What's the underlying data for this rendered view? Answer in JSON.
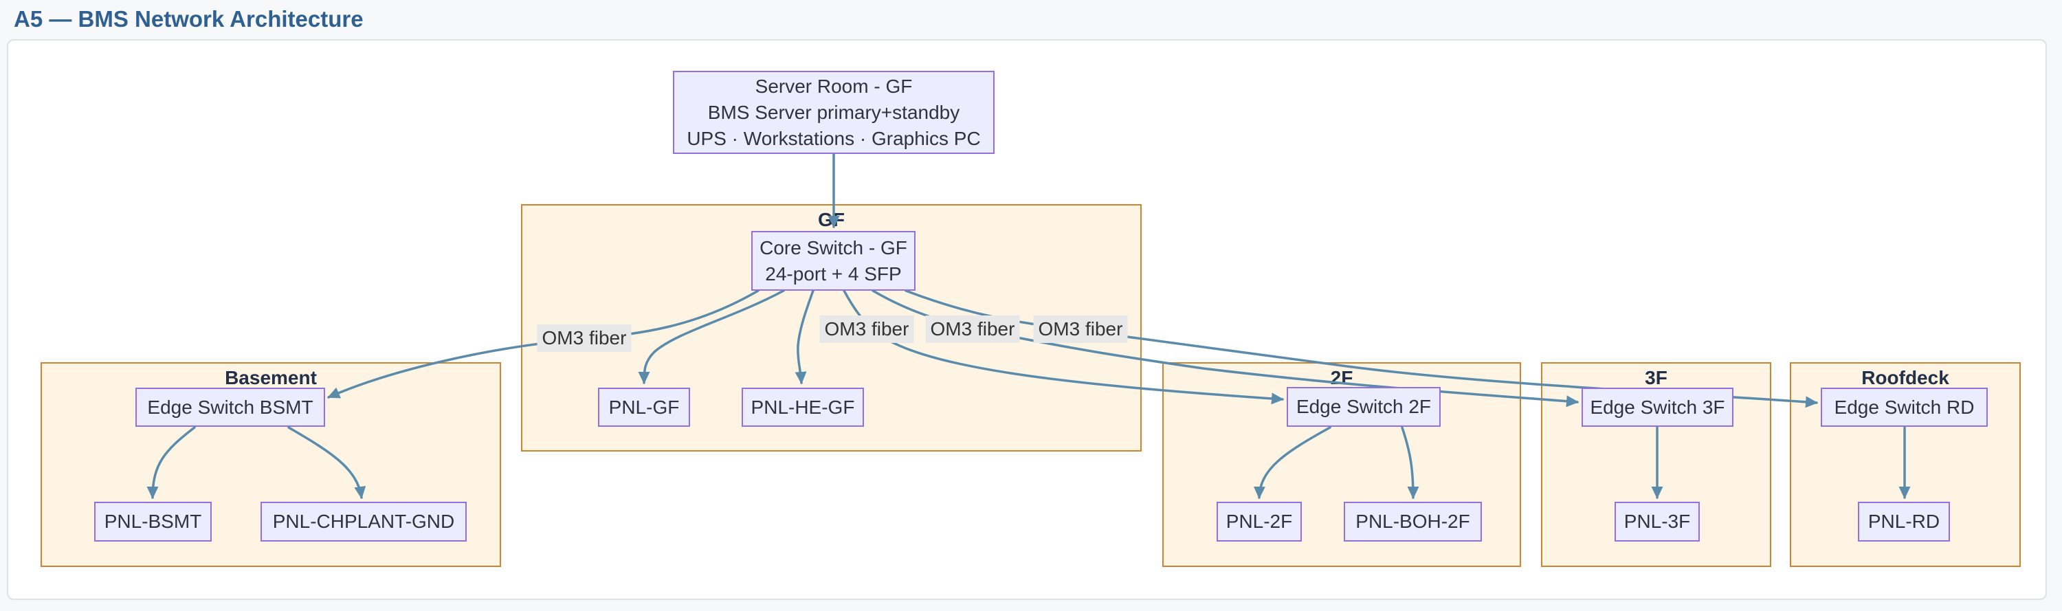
{
  "page": {
    "title": "A5 — BMS Network Architecture"
  },
  "diagram": {
    "clusters": [
      {
        "id": "gf",
        "label": "GF"
      },
      {
        "id": "basement",
        "label": "Basement"
      },
      {
        "id": "2f",
        "label": "2F"
      },
      {
        "id": "3f",
        "label": "3F"
      },
      {
        "id": "roofdeck",
        "label": "Roofdeck"
      }
    ],
    "nodes": [
      {
        "id": "server-room",
        "cluster": null,
        "lines": [
          "Server Room - GF",
          "BMS Server primary+standby",
          "UPS · Workstations · Graphics PC"
        ]
      },
      {
        "id": "core-switch",
        "cluster": "gf",
        "lines": [
          "Core Switch - GF",
          "24-port + 4 SFP"
        ]
      },
      {
        "id": "pnl-gf",
        "cluster": "gf",
        "lines": [
          "PNL-GF"
        ]
      },
      {
        "id": "pnl-he-gf",
        "cluster": "gf",
        "lines": [
          "PNL-HE-GF"
        ]
      },
      {
        "id": "edge-switch-bsmt",
        "cluster": "basement",
        "lines": [
          "Edge Switch BSMT"
        ]
      },
      {
        "id": "pnl-bsmt",
        "cluster": "basement",
        "lines": [
          "PNL-BSMT"
        ]
      },
      {
        "id": "pnl-chplant-gnd",
        "cluster": "basement",
        "lines": [
          "PNL-CHPLANT-GND"
        ]
      },
      {
        "id": "edge-switch-2f",
        "cluster": "2f",
        "lines": [
          "Edge Switch 2F"
        ]
      },
      {
        "id": "pnl-2f",
        "cluster": "2f",
        "lines": [
          "PNL-2F"
        ]
      },
      {
        "id": "pnl-boh-2f",
        "cluster": "2f",
        "lines": [
          "PNL-BOH-2F"
        ]
      },
      {
        "id": "edge-switch-3f",
        "cluster": "3f",
        "lines": [
          "Edge Switch 3F"
        ]
      },
      {
        "id": "pnl-3f",
        "cluster": "3f",
        "lines": [
          "PNL-3F"
        ]
      },
      {
        "id": "edge-switch-rd",
        "cluster": "roofdeck",
        "lines": [
          "Edge Switch RD"
        ]
      },
      {
        "id": "pnl-rd",
        "cluster": "roofdeck",
        "lines": [
          "PNL-RD"
        ]
      }
    ],
    "edges": [
      {
        "from": "server-room",
        "to": "core-switch",
        "label": ""
      },
      {
        "from": "core-switch",
        "to": "edge-switch-bsmt",
        "label": "OM3 fiber"
      },
      {
        "from": "core-switch",
        "to": "pnl-gf",
        "label": ""
      },
      {
        "from": "core-switch",
        "to": "pnl-he-gf",
        "label": ""
      },
      {
        "from": "core-switch",
        "to": "edge-switch-2f",
        "label": "OM3 fiber"
      },
      {
        "from": "core-switch",
        "to": "edge-switch-3f",
        "label": "OM3 fiber"
      },
      {
        "from": "core-switch",
        "to": "edge-switch-rd",
        "label": "OM3 fiber"
      },
      {
        "from": "edge-switch-bsmt",
        "to": "pnl-bsmt",
        "label": ""
      },
      {
        "from": "edge-switch-bsmt",
        "to": "pnl-chplant-gnd",
        "label": ""
      },
      {
        "from": "edge-switch-2f",
        "to": "pnl-2f",
        "label": ""
      },
      {
        "from": "edge-switch-2f",
        "to": "pnl-boh-2f",
        "label": ""
      },
      {
        "from": "edge-switch-3f",
        "to": "pnl-3f",
        "label": ""
      },
      {
        "from": "edge-switch-rd",
        "to": "pnl-rd",
        "label": ""
      }
    ],
    "colors": {
      "title": "#2e6094",
      "node_fill": "#ececff",
      "node_border": "#9370db",
      "cluster_fill": "#fdf4e3",
      "cluster_border": "#cd8532",
      "edge": "#5b8bab",
      "edge_label_bg": "#e8e8e8",
      "panel_bg": "#ffffff",
      "page_bg": "#f7f8fa"
    }
  }
}
